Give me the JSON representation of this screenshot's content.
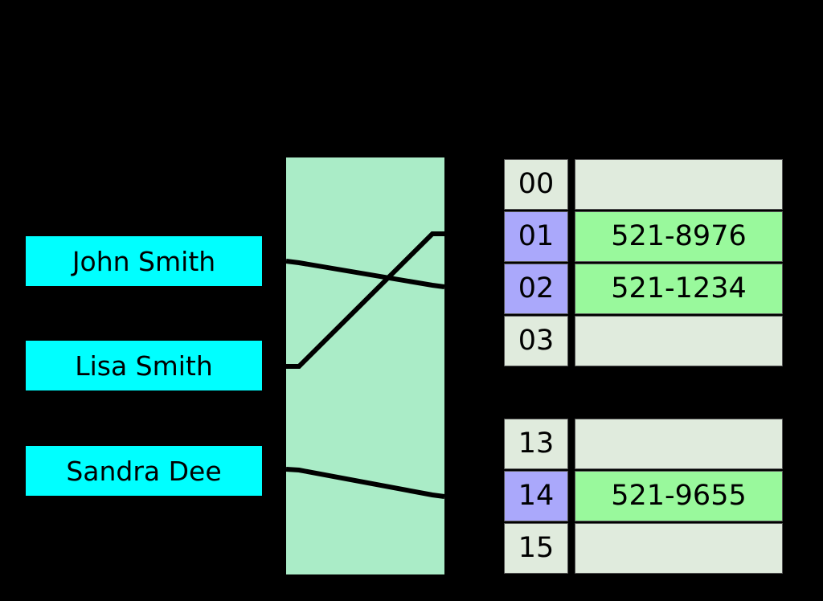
{
  "diagram": {
    "title": "hash-table-diagram",
    "colors": {
      "background": "#000000",
      "key_box": "#00ffff",
      "hash_function_block": "#aaecc7",
      "index_cell_empty": "#e0ebdd",
      "index_cell_filled": "#aaa8fb",
      "value_cell_empty": "#e0ebdd",
      "value_cell_filled": "#99f99c",
      "line": "#000000",
      "text": "#000000"
    }
  },
  "keys": [
    {
      "label": "John Smith"
    },
    {
      "label": "Lisa Smith"
    },
    {
      "label": "Sandra Dee"
    }
  ],
  "hash_function": {
    "label": ""
  },
  "tables": [
    {
      "name": "table-top",
      "rows": [
        {
          "index": "00",
          "value": "",
          "filled": false
        },
        {
          "index": "01",
          "value": "521-8976",
          "filled": true
        },
        {
          "index": "02",
          "value": "521-1234",
          "filled": true
        },
        {
          "index": "03",
          "value": "",
          "filled": false
        }
      ]
    },
    {
      "name": "table-bottom",
      "rows": [
        {
          "index": "13",
          "value": "",
          "filled": false
        },
        {
          "index": "14",
          "value": "521-9655",
          "filled": true
        },
        {
          "index": "15",
          "value": "",
          "filled": false
        }
      ]
    }
  ],
  "connections": [
    {
      "from": "John Smith",
      "to": "02"
    },
    {
      "from": "Lisa Smith",
      "to": "01"
    },
    {
      "from": "Sandra Dee",
      "to": "14"
    }
  ]
}
